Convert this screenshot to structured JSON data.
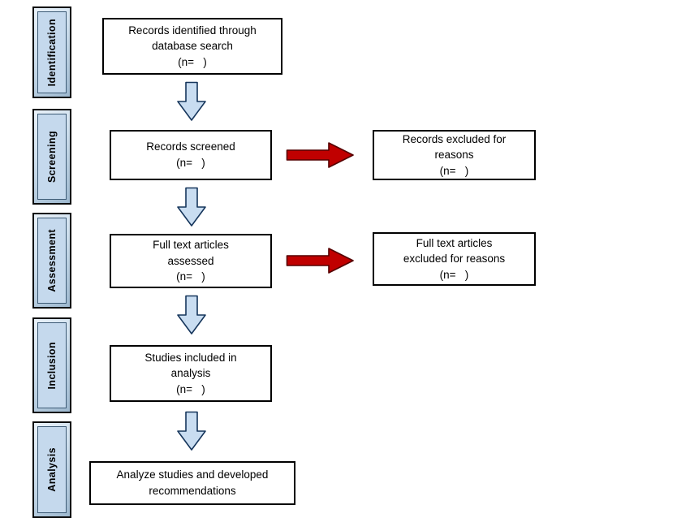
{
  "diagram": {
    "stages": [
      {
        "label": "Identification"
      },
      {
        "label": "Screening"
      },
      {
        "label": "Assessment"
      },
      {
        "label": "Inclusion"
      },
      {
        "label": "Analysis"
      }
    ],
    "main_flow": [
      {
        "text": "Records identified through\ndatabase search\n(n=   )"
      },
      {
        "text": "Records screened\n(n=   )"
      },
      {
        "text": "Full text articles\nassessed\n(n=   )"
      },
      {
        "text": "Studies included in\nanalysis\n(n=   )"
      },
      {
        "text": "Analyze studies and developed\nrecommendations"
      }
    ],
    "exclusion_boxes": [
      {
        "text": "Records excluded for\nreasons\n(n=   )"
      },
      {
        "text": "Full text articles\nexcluded for reasons\n(n=   )"
      }
    ],
    "colors": {
      "stage_fill": "#c5d9ed",
      "box_border": "#000000",
      "arrow_blue_fill": "#c9ddf1",
      "arrow_blue_stroke": "#16365c",
      "arrow_red_fill": "#c00000",
      "arrow_red_stroke": "#550000"
    }
  }
}
